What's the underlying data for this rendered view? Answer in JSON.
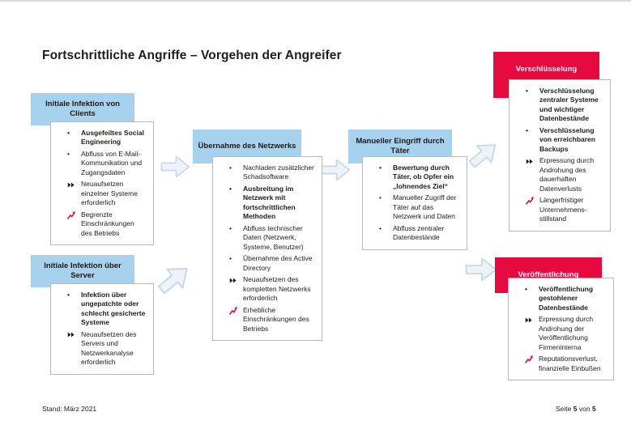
{
  "title": "Fortschrittliche Angriffe – Vorgehen der Angreifer",
  "colors": {
    "blue_header": "#a6d2ee",
    "red_header": "#e60a3e",
    "impact_icon_red": "#e3003f",
    "box_border_gray": "#b9b9b9"
  },
  "icons": {
    "bullet": "round black bullet point",
    "consequence": "double right arrow (fast-forward)",
    "impact": "red zigzag lightning arrow pointing up-right",
    "flow": "pale blue 3D block arrow"
  },
  "sections": [
    {
      "header": "Initiale Infektion von Clients",
      "style": "blue",
      "items": [
        {
          "icon": "bullet",
          "bold": true,
          "text": "Ausgefeiltes Social Engineering"
        },
        {
          "icon": "bullet",
          "bold": false,
          "text": "Abfluss von E-Mail-Kommunikation und Zugangsdaten"
        },
        {
          "icon": "consequence",
          "bold": false,
          "text": "Neuaufsetzen einzelner Systeme erforderlich"
        },
        {
          "icon": "impact",
          "bold": false,
          "text": "Begrenzte Einschränkungen des Betriebs"
        }
      ]
    },
    {
      "header": "Initiale Infektion über Server",
      "style": "blue",
      "items": [
        {
          "icon": "bullet",
          "bold": true,
          "text": "Infektion über ungepatchte oder schlecht gesicherte Systeme"
        },
        {
          "icon": "consequence",
          "bold": false,
          "text": "Neuaufsetzen des Servers und Netzwerkanalyse erforderlich"
        }
      ]
    },
    {
      "header": "Übernahme des Netzwerks",
      "style": "blue",
      "items": [
        {
          "icon": "bullet",
          "bold": false,
          "text": "Nachladen zusätzlicher Schadsoftware"
        },
        {
          "icon": "bullet",
          "bold": true,
          "text": "Ausbreitung im Netzwerk mit fortschrittlichen Methoden"
        },
        {
          "icon": "bullet",
          "bold": false,
          "text": "Abfluss technischer Daten (Netzwerk, Systeme, Benutzer)"
        },
        {
          "icon": "bullet",
          "bold": false,
          "text": "Übernahme des Active Directory"
        },
        {
          "icon": "consequence",
          "bold": false,
          "text": "Neuaufsetzen des kompletten Netzwerks erforderlich"
        },
        {
          "icon": "impact",
          "bold": false,
          "text": "Erhebliche Einschränkungen des Betriebs"
        }
      ]
    },
    {
      "header": "Manueller Eingriff durch Täter",
      "style": "blue",
      "items": [
        {
          "icon": "bullet",
          "bold": true,
          "text": "Bewertung durch Täter, ob Opfer ein „lohnendes Ziel“"
        },
        {
          "icon": "bullet",
          "bold": false,
          "text": "Manueller Zugriff der Täter auf das Netzwerk und Daten"
        },
        {
          "icon": "bullet",
          "bold": false,
          "text": "Abfluss zentraler Datenbestände"
        }
      ]
    },
    {
      "header": "Verschlüsselung",
      "style": "red",
      "items": [
        {
          "icon": "bullet",
          "bold": true,
          "text": "Verschlüsselung zentraler Systeme und wichtiger Datenbestände"
        },
        {
          "icon": "bullet",
          "bold": true,
          "text": "Verschlüsselung von erreichbaren Backups"
        },
        {
          "icon": "consequence",
          "bold": false,
          "text": "Erpressung durch Androhung des dauerhaften Datenverlusts"
        },
        {
          "icon": "impact",
          "bold": false,
          "text": "Längerfristiger Unternehmens- stillstand"
        }
      ]
    },
    {
      "header": "Veröffentlichung",
      "style": "red",
      "items": [
        {
          "icon": "bullet",
          "bold": true,
          "text": "Veröffentlichung gestohlener Datenbestände"
        },
        {
          "icon": "consequence",
          "bold": false,
          "text": "Erpressung durch Androhung der Veröffentlichung Firmeninterna"
        },
        {
          "icon": "impact",
          "bold": false,
          "text": "Reputationsverlust, finanzielle Einbußen"
        }
      ]
    }
  ],
  "footer": {
    "status": "Stand: März 2021",
    "page": {
      "label": "Seite",
      "current": "5",
      "of": "von",
      "total": "5"
    }
  }
}
